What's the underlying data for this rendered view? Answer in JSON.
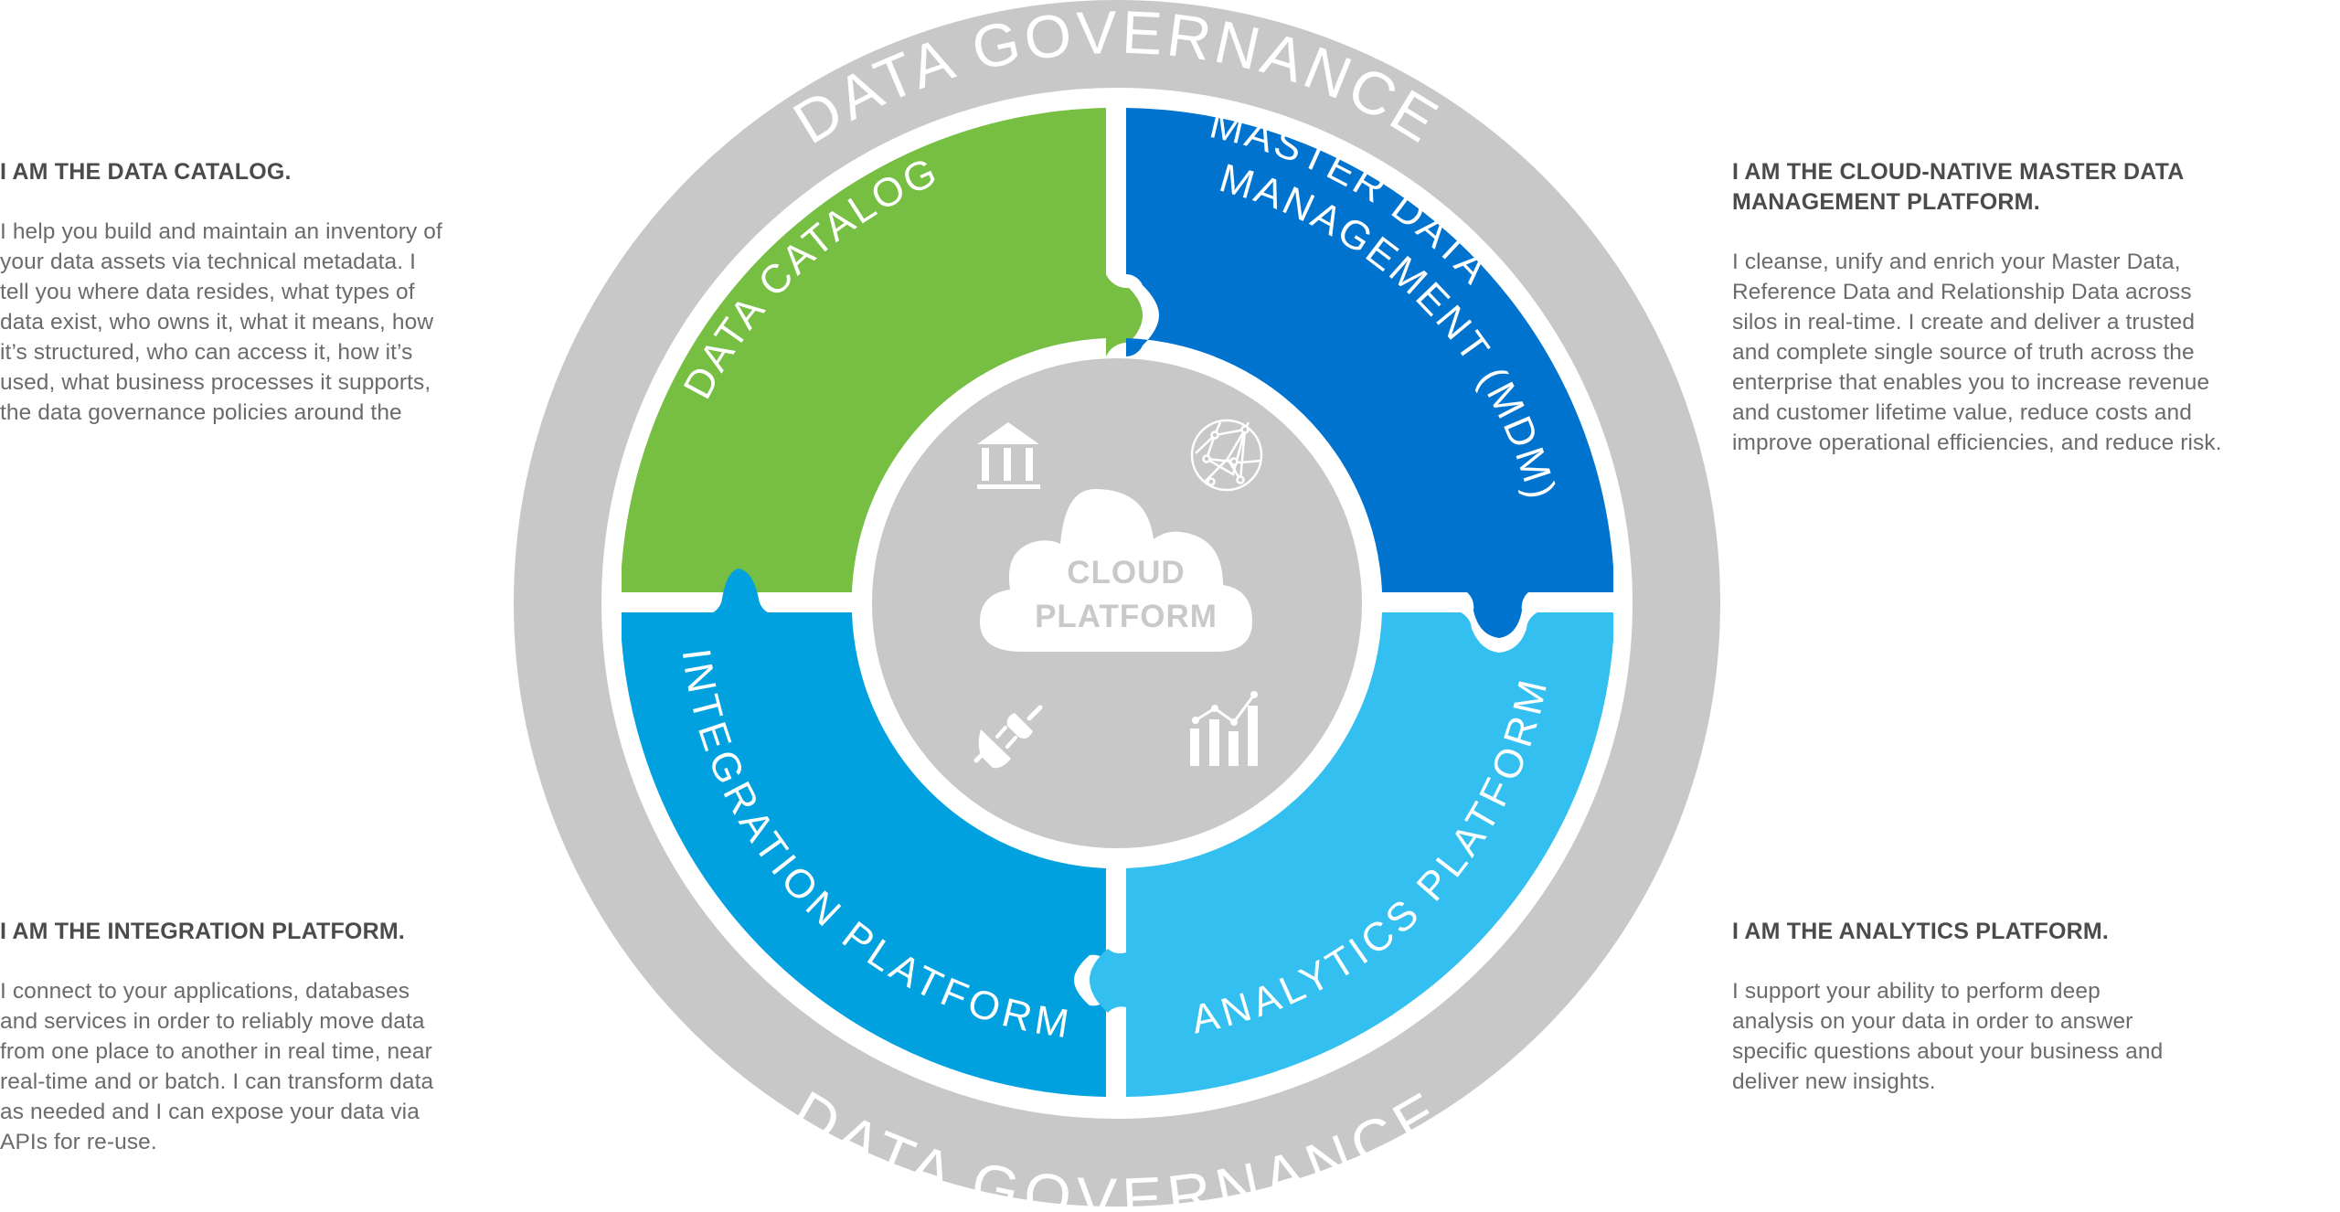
{
  "diagram": {
    "outer_ring": {
      "label_top": "DATA GOVERNANCE",
      "label_bottom": "DATA GOVERNANCE",
      "color": "#c8c8c8"
    },
    "center": {
      "label_line1": "CLOUD",
      "label_line2": "PLATFORM",
      "color": "#c8c8c8",
      "icons": [
        "bank-icon",
        "network-globe-icon",
        "plug-icon",
        "bar-line-chart-icon"
      ]
    },
    "segments": [
      {
        "id": "data-catalog",
        "label": "DATA CATALOG",
        "color": "#76bf43"
      },
      {
        "id": "mdm",
        "label_line1": "MASTER DATA",
        "label_line2": "MANAGEMENT (MDM)",
        "color": "#0073cf"
      },
      {
        "id": "integration",
        "label": "INTEGRATION PLATFORM",
        "color": "#00a1de"
      },
      {
        "id": "analytics",
        "label": "ANALYTICS PLATFORM",
        "color": "#33bff0"
      }
    ]
  },
  "descriptions": {
    "data_catalog": {
      "heading": "I AM THE DATA CATALOG.",
      "lines": [
        "I help you build and maintain an inventory of",
        "your data assets via technical metadata.  I",
        "tell you where data resides, what types of",
        "data exist, who owns it, what it means, how",
        "it’s structured, who can access it, how it’s",
        "used, what business processes it supports,",
        "the data governance policies around the"
      ]
    },
    "mdm": {
      "heading_line1": "I AM THE CLOUD-NATIVE MASTER DATA",
      "heading_line2": "MANAGEMENT PLATFORM.",
      "lines": [
        "I cleanse, unify and enrich your Master Data,",
        "Reference Data and Relationship Data across",
        "silos in real-time. I create and deliver a trusted",
        "and complete single source of truth across the",
        "enterprise that enables you to increase revenue",
        "and customer lifetime value, reduce costs and",
        "improve operational efficiencies, and reduce risk."
      ]
    },
    "integration": {
      "heading": "I AM THE INTEGRATION PLATFORM.",
      "lines": [
        "I connect to your applications, databases",
        "and services in order to reliably move data",
        "from one place to another in real time, near",
        "real-time and or batch.  I can transform data",
        "as needed and I can expose your data via",
        "APIs for re-use."
      ]
    },
    "analytics": {
      "heading": "I AM THE ANALYTICS PLATFORM.",
      "lines": [
        "I support your ability to perform deep",
        "analysis on your data in order to answer",
        "specific questions about your business and",
        "deliver new insights."
      ]
    }
  }
}
